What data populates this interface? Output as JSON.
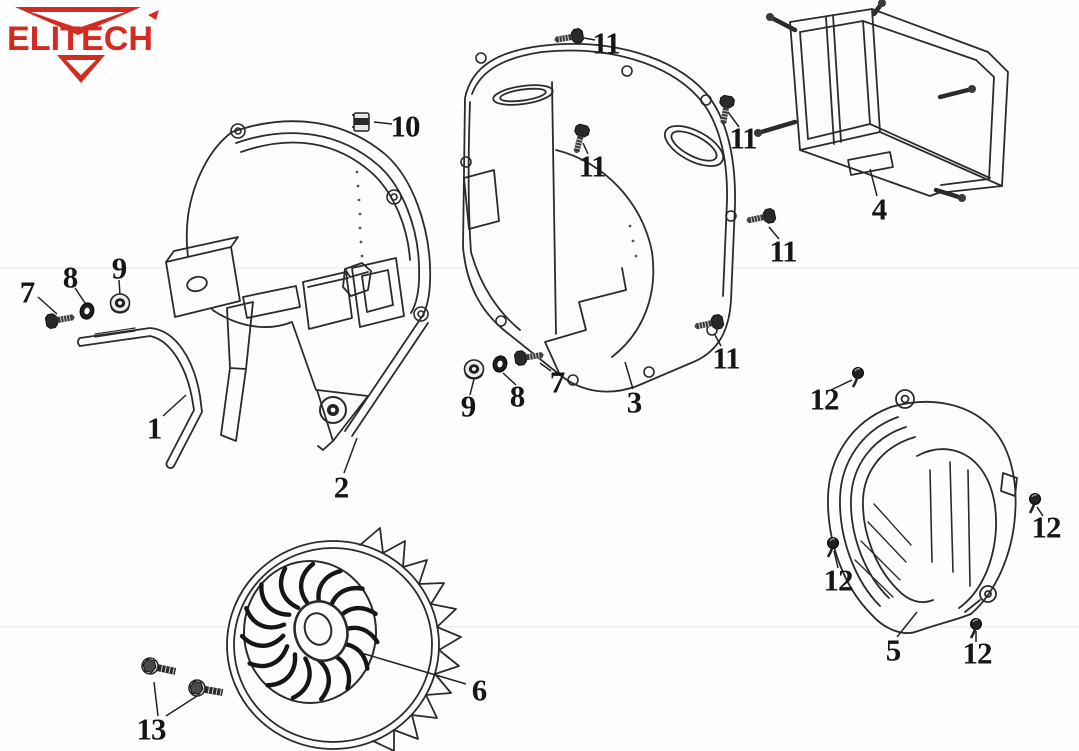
{
  "brand": {
    "name": "ELITECH"
  },
  "colors": {
    "background": "#fefefe",
    "line": "#2b2b2b",
    "brand_red": "#d32b22",
    "callout_text": "#161616"
  },
  "callouts": [
    "1",
    "2",
    "3",
    "4",
    "5",
    "6",
    "7",
    "8",
    "9",
    "9",
    "8",
    "7",
    "10",
    "11",
    "11",
    "11",
    "11",
    "11",
    "12",
    "12",
    "12",
    "12",
    "13"
  ]
}
